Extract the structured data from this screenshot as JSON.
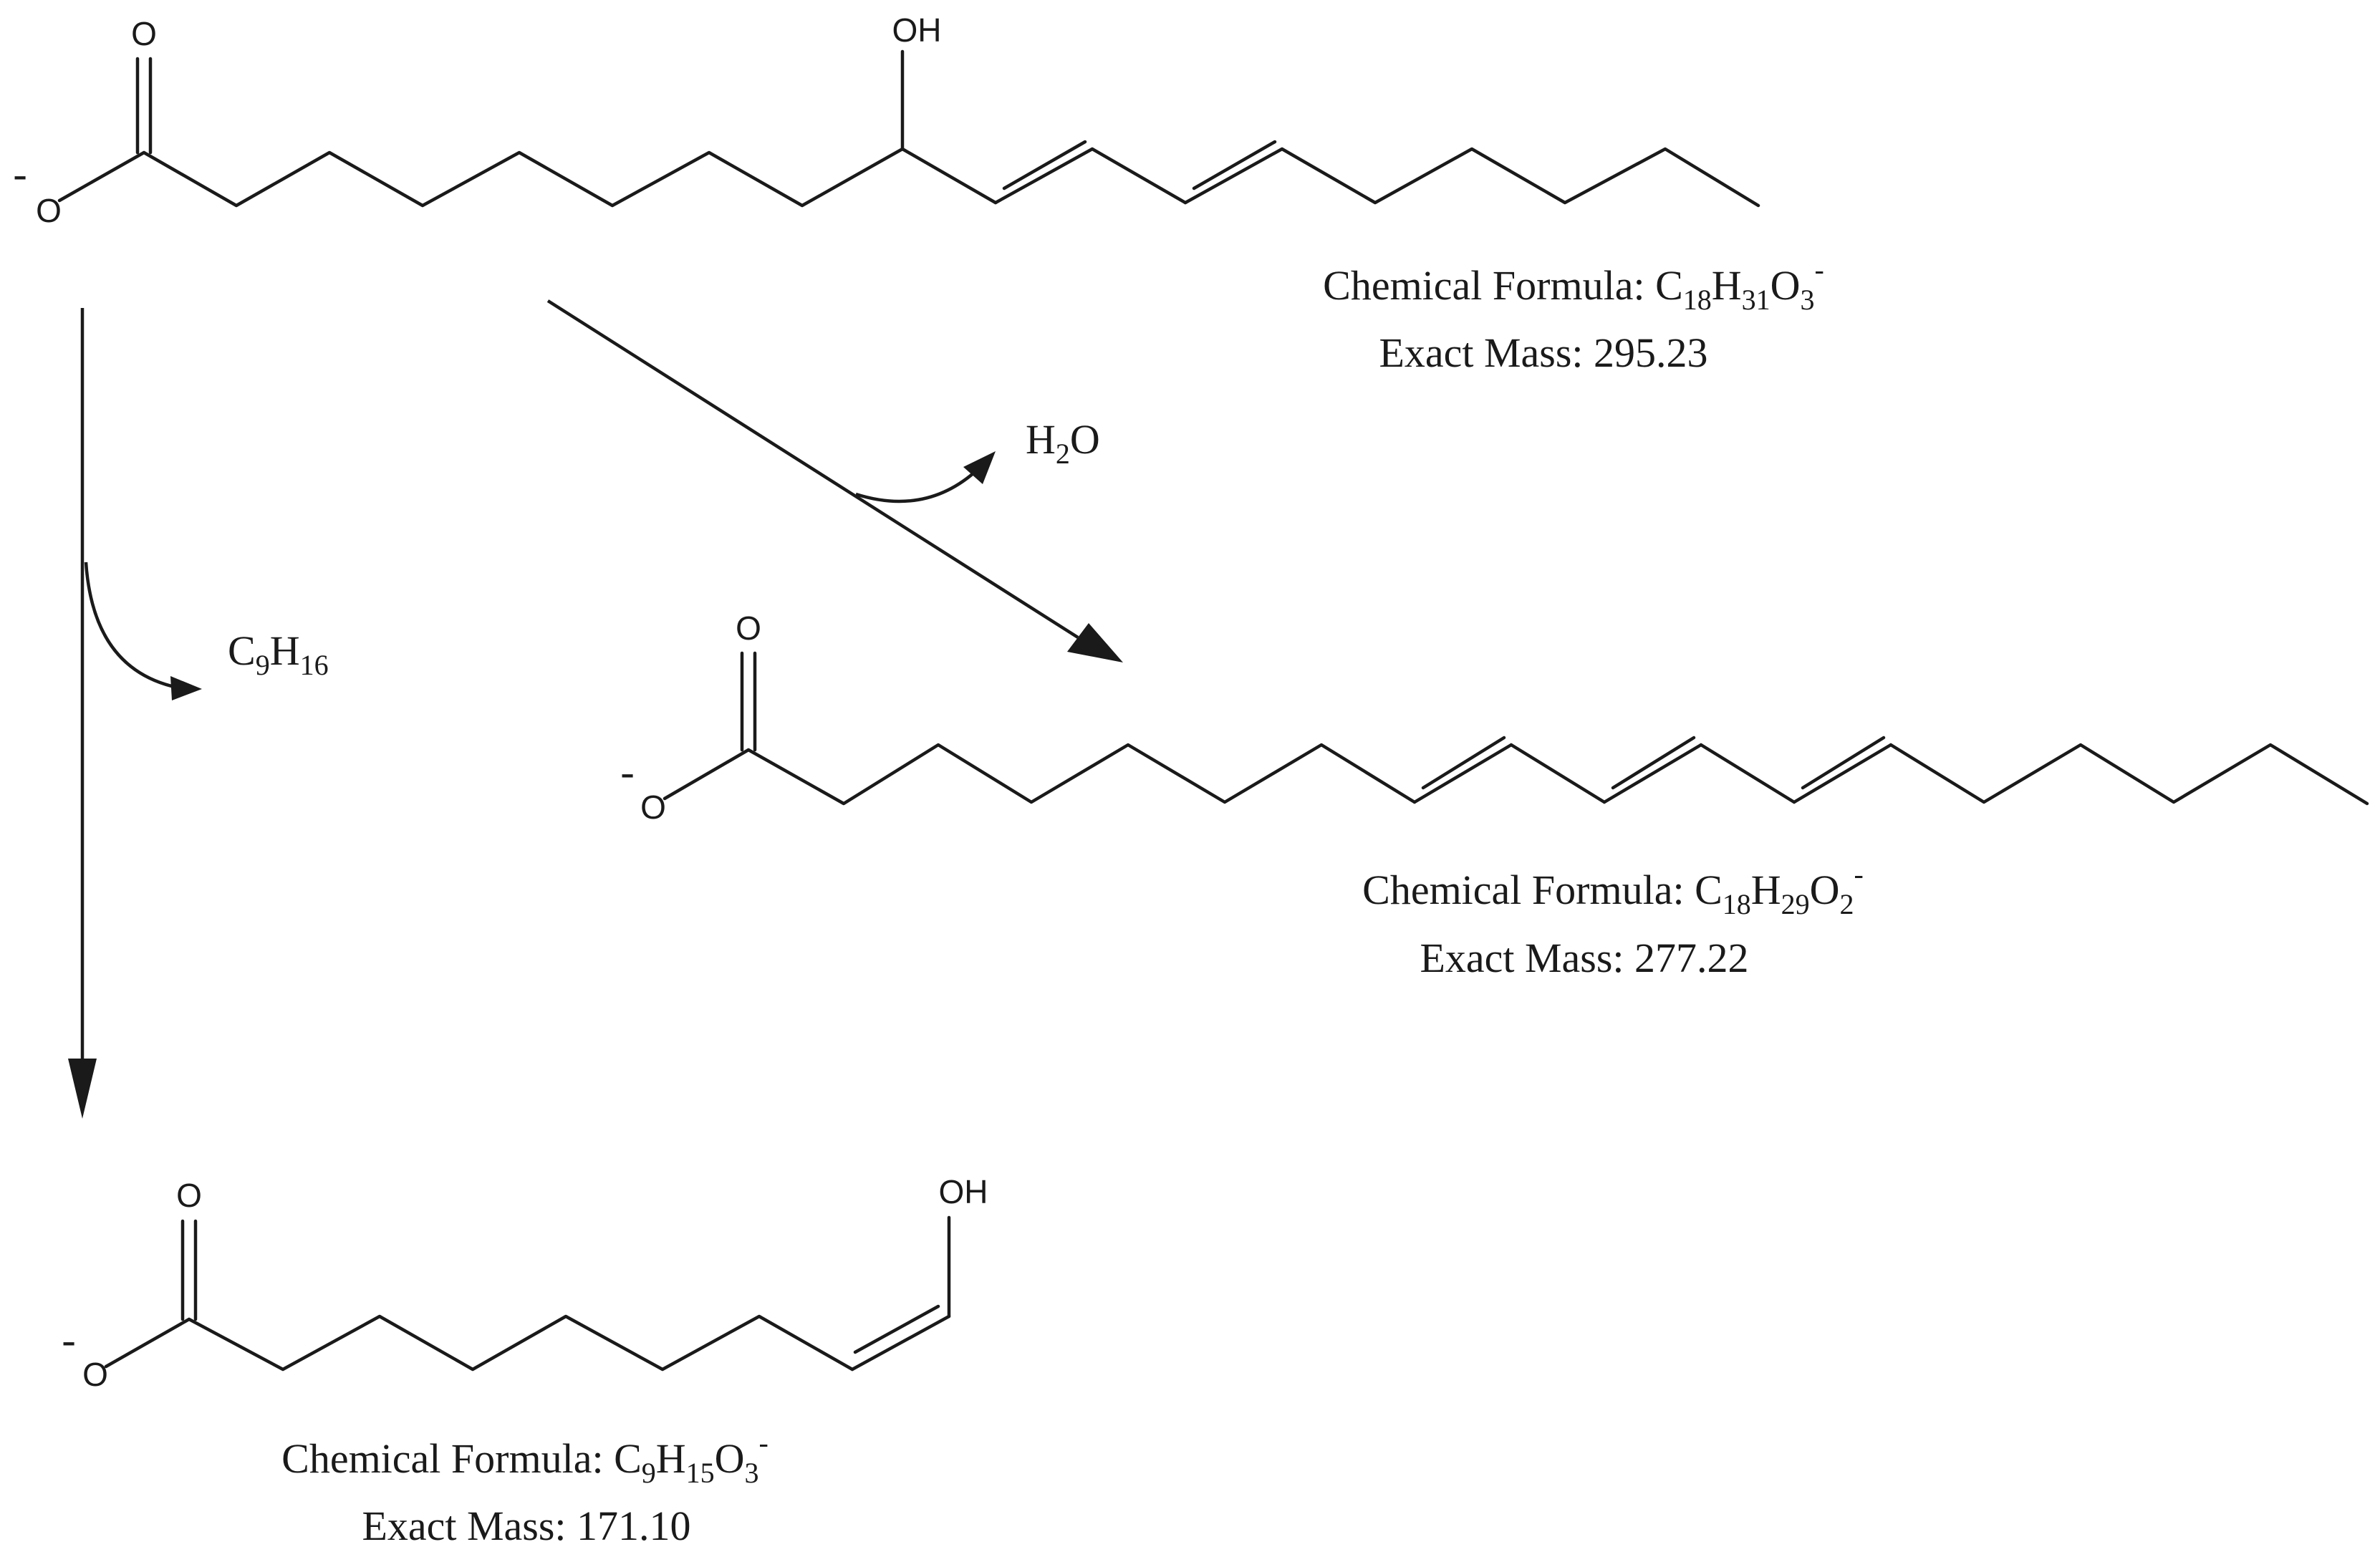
{
  "atom_labels": {
    "oxygen": "O",
    "hydroxyl": "OH",
    "negative_charge": "-"
  },
  "molecules": {
    "reactant": {
      "formula_label": "Chemical Formula: ",
      "formula": {
        "C": "C",
        "c_count": "18",
        "H": "H",
        "h_count": "31",
        "O": "O",
        "o_count": "3",
        "charge": "-"
      },
      "mass_label": "Exact Mass: 295.23"
    },
    "dehydration_product": {
      "formula_label": "Chemical Formula: ",
      "formula": {
        "C": "C",
        "c_count": "18",
        "H": "H",
        "h_count": "29",
        "O": "O",
        "o_count": "2",
        "charge": "-"
      },
      "mass_label": "Exact Mass: 277.22"
    },
    "cleavage_product": {
      "formula_label": "Chemical Formula: ",
      "formula": {
        "C": "C",
        "c_count": "9",
        "H": "H",
        "h_count": "15",
        "O": "O",
        "o_count": "3",
        "charge": "-"
      },
      "mass_label": "Exact Mass: 171.10"
    }
  },
  "losses": {
    "water": {
      "H": "H",
      "h_count": "2",
      "O": "O"
    },
    "alkene": {
      "C": "C",
      "c_count": "9",
      "H": "H",
      "h_count": "16"
    }
  }
}
